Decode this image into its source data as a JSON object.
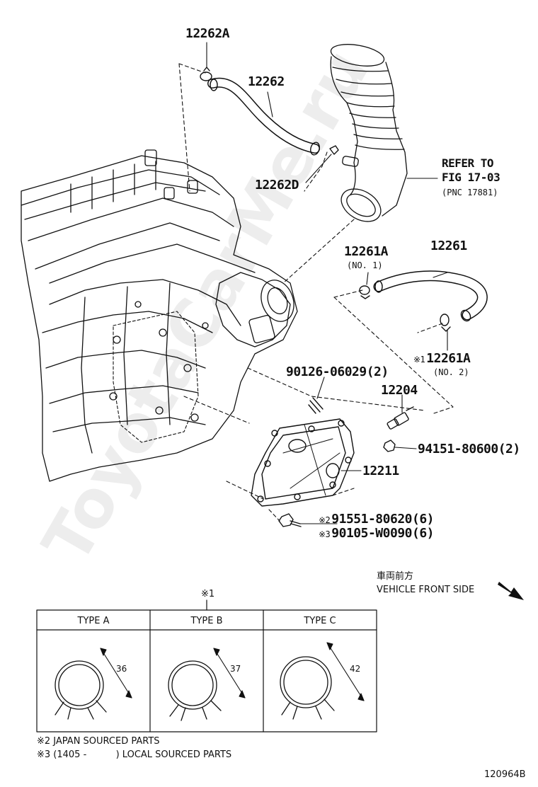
{
  "parts": {
    "p12262A": "12262A",
    "p12262": "12262",
    "p12262D": "12262D",
    "refer1": "REFER TO",
    "refer2": "FIG 17-03",
    "refer3": "(PNC 17881)",
    "p12261A_top": "12261A",
    "p12261A_top_note": "(NO. 1)",
    "p12261": "12261",
    "p12261A_bot_mark": "※1",
    "p12261A_bot": "12261A",
    "p12261A_bot_note": "(NO. 2)",
    "p90126": "90126-06029(2)",
    "p12204": "12204",
    "p94151": "94151-80600(2)",
    "p12211": "12211",
    "p91551_mark": "※2",
    "p91551": "91551-80620(6)",
    "p90105_mark": "※3",
    "p90105": "90105-W0090(6)"
  },
  "front": {
    "jp": "車両前方",
    "en": "VEHICLE FRONT SIDE"
  },
  "table": {
    "mark": "※1",
    "headers": [
      "TYPE A",
      "TYPE B",
      "TYPE C"
    ],
    "dims": [
      "36",
      "37",
      "42"
    ]
  },
  "notes": {
    "n2": "※2 JAPAN SOURCED PARTS",
    "n3": "※3 (1405 -          ) LOCAL SOURCED PARTS"
  },
  "code": "120964B",
  "watermark": "ToyotaCarMe.ru"
}
